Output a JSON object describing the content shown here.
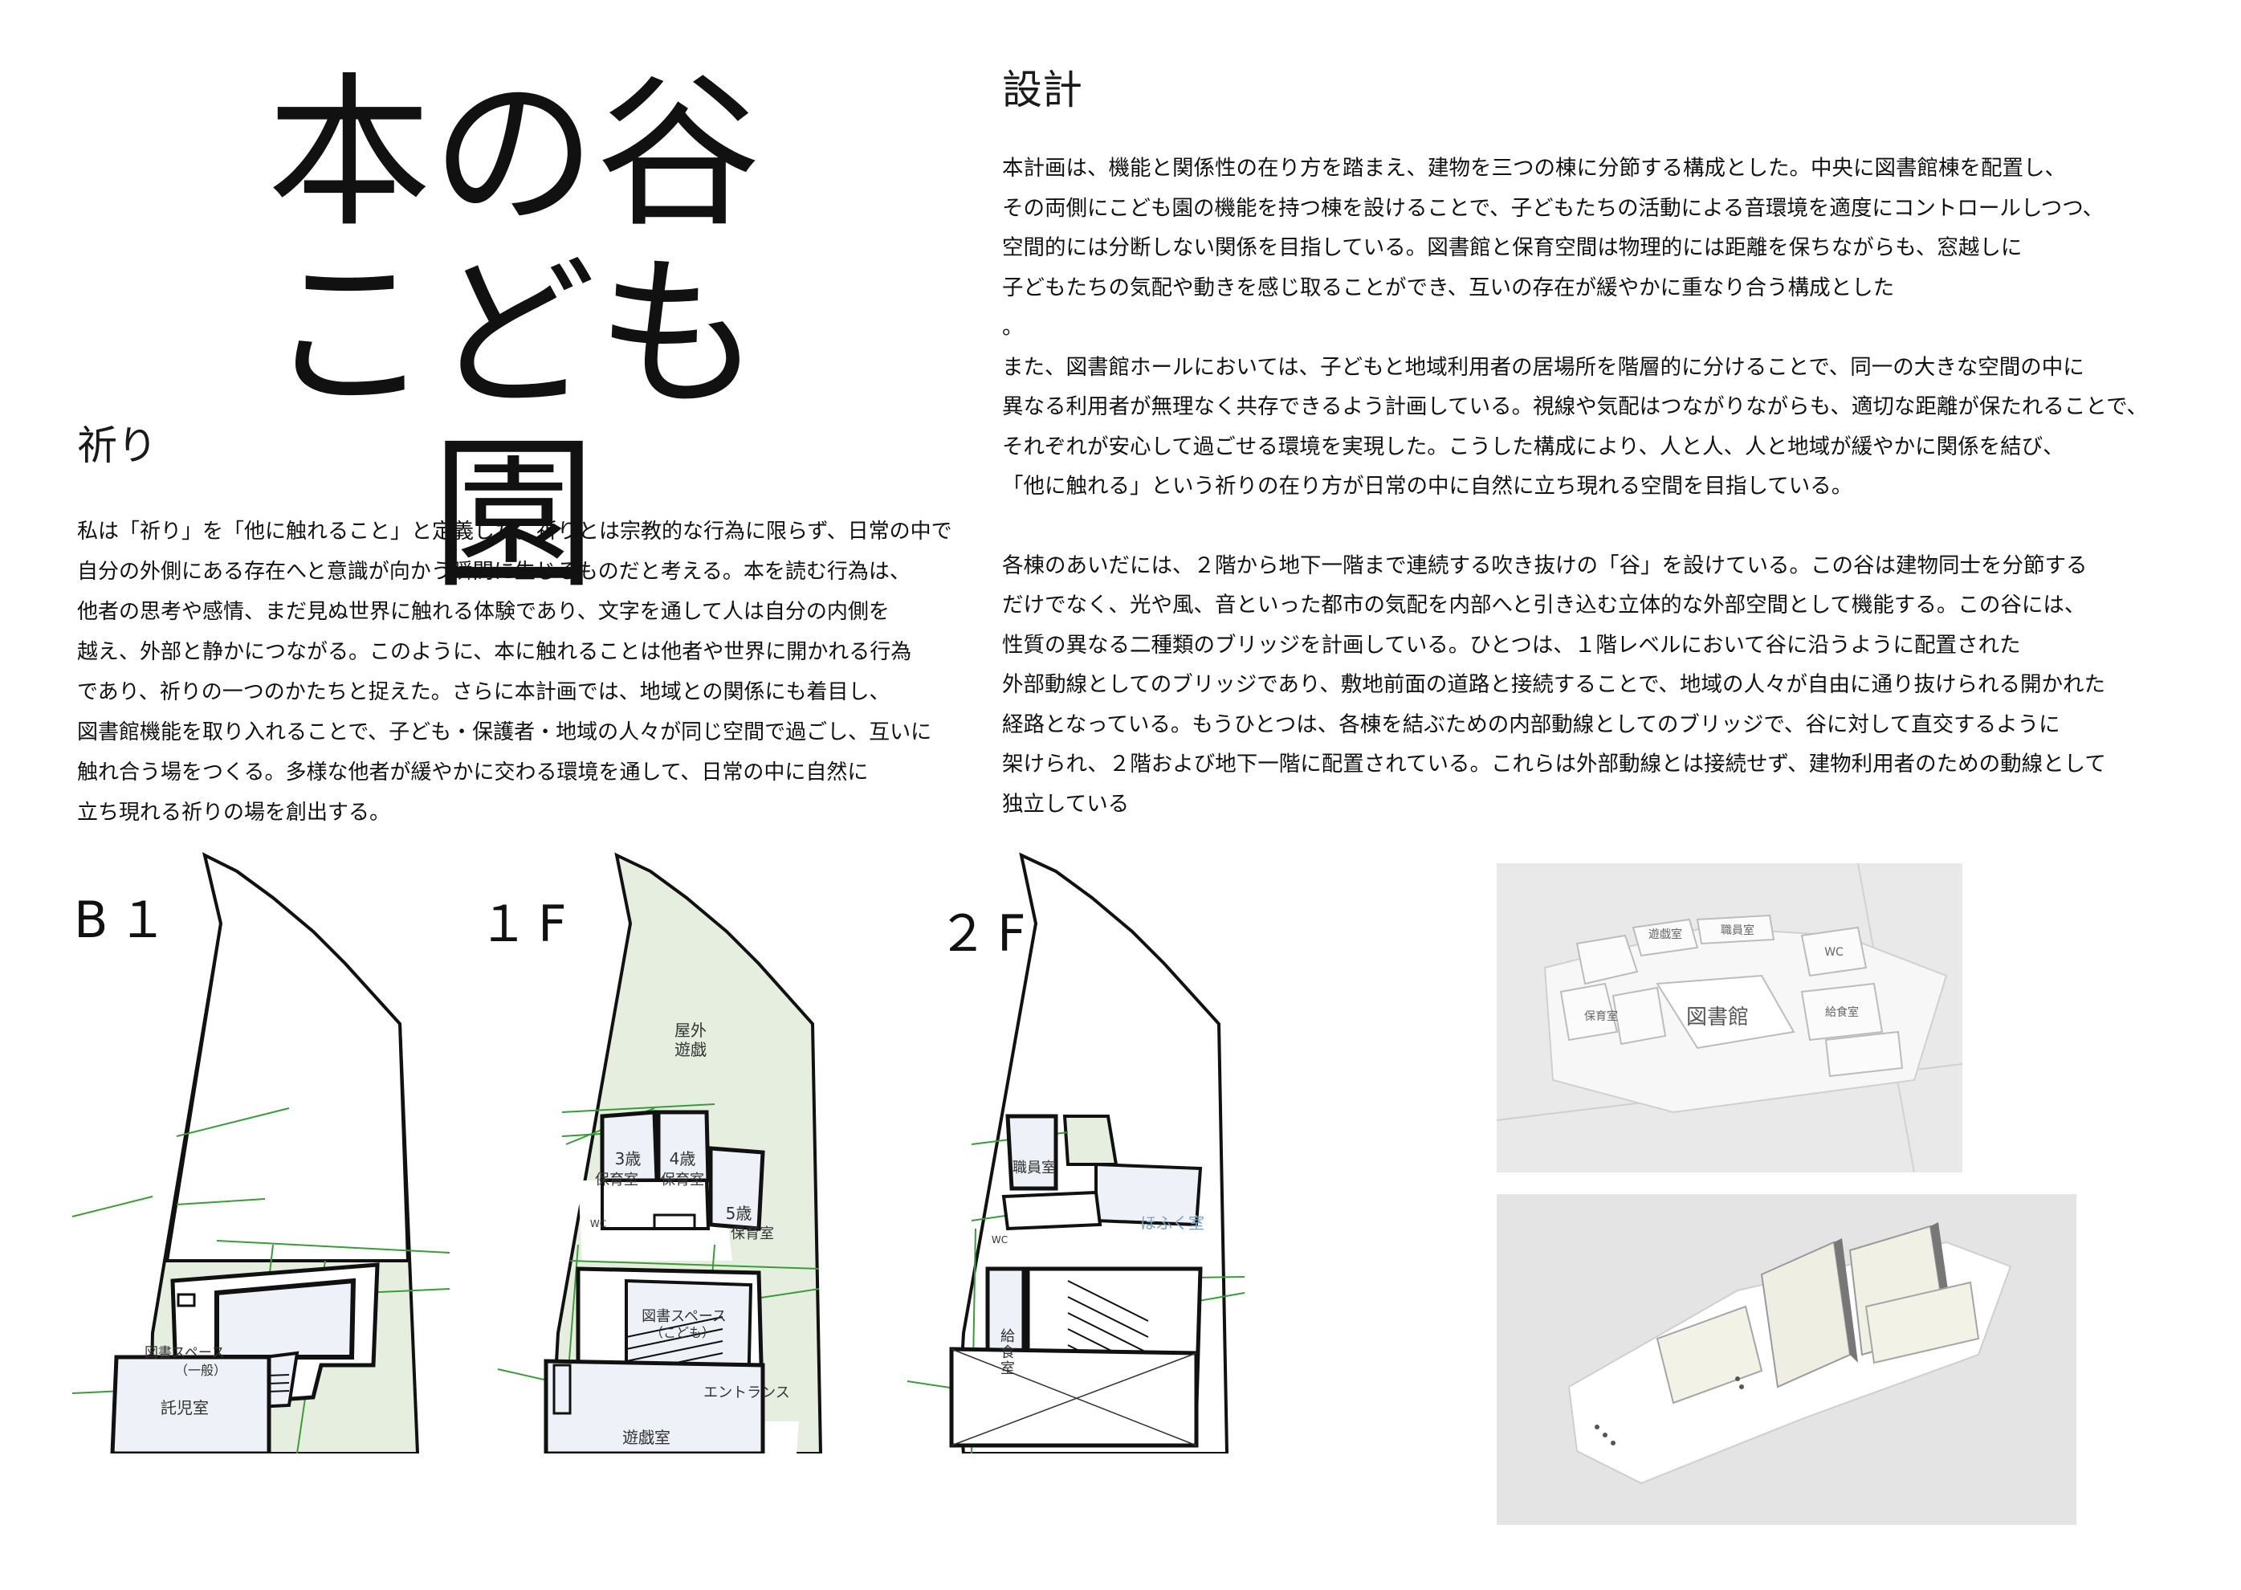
{
  "title": {
    "line1": "本の谷",
    "line2": "こども園"
  },
  "inori": {
    "heading": "祈り",
    "lines": [
      "私は「祈り」を「他に触れること」と定義した。祈りとは宗教的な行為に限らず、日常の中で",
      "自分の外側にある存在へと意識が向かう瞬間に生じるものだと考える。本を読む行為は、",
      "他者の思考や感情、まだ見ぬ世界に触れる体験であり、文字を通して人は自分の内側を",
      "越え、外部と静かにつながる。このように、本に触れることは他者や世界に開かれる行為",
      "であり、祈りの一つのかたちと捉えた。さらに本計画では、地域との関係にも着目し、",
      "図書館機能を取り入れることで、子ども・保護者・地域の人々が同じ空間で過ごし、互いに",
      "触れ合う場をつくる。多様な他者が緩やかに交わる環境を通して、日常の中に自然に",
      "立ち現れる祈りの場を創出する。"
    ]
  },
  "sekkei": {
    "heading": "設計",
    "para1": [
      "本計画は、機能と関係性の在り方を踏まえ、建物を三つの棟に分節する構成とした。中央に図書館棟を配置し、",
      "その両側にこども園の機能を持つ棟を設けることで、子どもたちの活動による音環境を適度にコントロールしつつ、",
      "空間的には分断しない関係を目指している。図書館と保育空間は物理的には距離を保ちながらも、窓越しに",
      "子どもたちの気配や動きを感じ取ることができ、互いの存在が緩やかに重なり合う構成とした",
      "。",
      "また、図書館ホールにおいては、子どもと地域利用者の居場所を階層的に分けることで、同一の大きな空間の中に",
      "異なる利用者が無理なく共存できるよう計画している。視線や気配はつながりながらも、適切な距離が保たれることで、",
      "それぞれが安心して過ごせる環境を実現した。こうした構成により、人と人、人と地域が緩やかに関係を結び、",
      "「他に触れる」という祈りの在り方が日常の中に自然に立ち現れる空間を目指している。"
    ],
    "para2": [
      "各棟のあいだには、２階から地下一階まで連続する吹き抜けの「谷」を設けている。この谷は建物同士を分節する",
      "だけでなく、光や風、音といった都市の気配を内部へと引き込む立体的な外部空間として機能する。この谷には、",
      "性質の異なる二種類のブリッジを計画している。ひとつは、１階レベルにおいて谷に沿うように配置された",
      "外部動線としてのブリッジであり、敷地前面の道路と接続することで、地域の人々が自由に通り抜けられる開かれた",
      "経路となっている。もうひとつは、各棟を結ぶための内部動線としてのブリッジで、谷に対して直交するように",
      "架けられ、２階および地下一階に配置されている。これらは外部動線とは接続せず、建物利用者のための動線として",
      "独立している"
    ]
  },
  "plans": {
    "b1": {
      "label": "B１",
      "rooms": [
        "図書スペース",
        "（一般）",
        "託児室"
      ]
    },
    "f1": {
      "label": "１F",
      "rooms": [
        "屋外",
        "遊戯",
        "3歳",
        "保育室",
        "4歳",
        "保育室",
        "5歳",
        "保育室",
        "WC",
        "図書スペース",
        "（こども）",
        "エントランス",
        "遊戯室"
      ]
    },
    "f2": {
      "label": "２F",
      "rooms": [
        "職員室",
        "WC",
        "ほふく室",
        "給",
        "食",
        "室"
      ]
    }
  },
  "photo1": {
    "blocks": [
      "図書館",
      "保育室",
      "遊戯室",
      "職員室",
      "給食室",
      "WC"
    ]
  },
  "colors": {
    "green_fill": "#e6efdf",
    "room_fill": "#eef1f8",
    "guide_green": "#3a9b3a",
    "wall": "#111111"
  }
}
